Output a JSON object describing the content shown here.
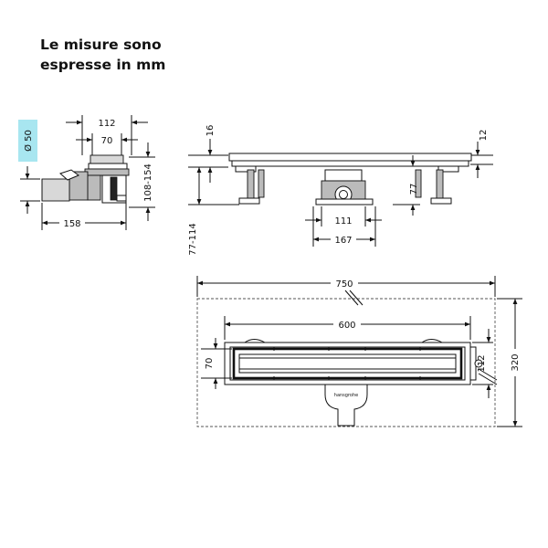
{
  "header": {
    "line1": "Le misure sono",
    "line2": "espresse in mm"
  },
  "side_view": {
    "dim_top": "112",
    "dim_inner": "70",
    "dim_height": "108-154",
    "dim_width": "158",
    "dim_outlet": "Ø 50",
    "outlet_highlight_color": "#a8e6f0"
  },
  "front_view": {
    "dim_top": "16",
    "dim_right": "12",
    "dim_outlet_height": "77",
    "dim_trap": "111",
    "dim_feet": "167",
    "dim_adjust": "77-114"
  },
  "plan_view": {
    "dim_outer": "750",
    "dim_channel": "600",
    "dim_channel_width": "70",
    "dim_right_small": "112",
    "dim_right_outer": "320",
    "brand": "hansgrohe"
  }
}
